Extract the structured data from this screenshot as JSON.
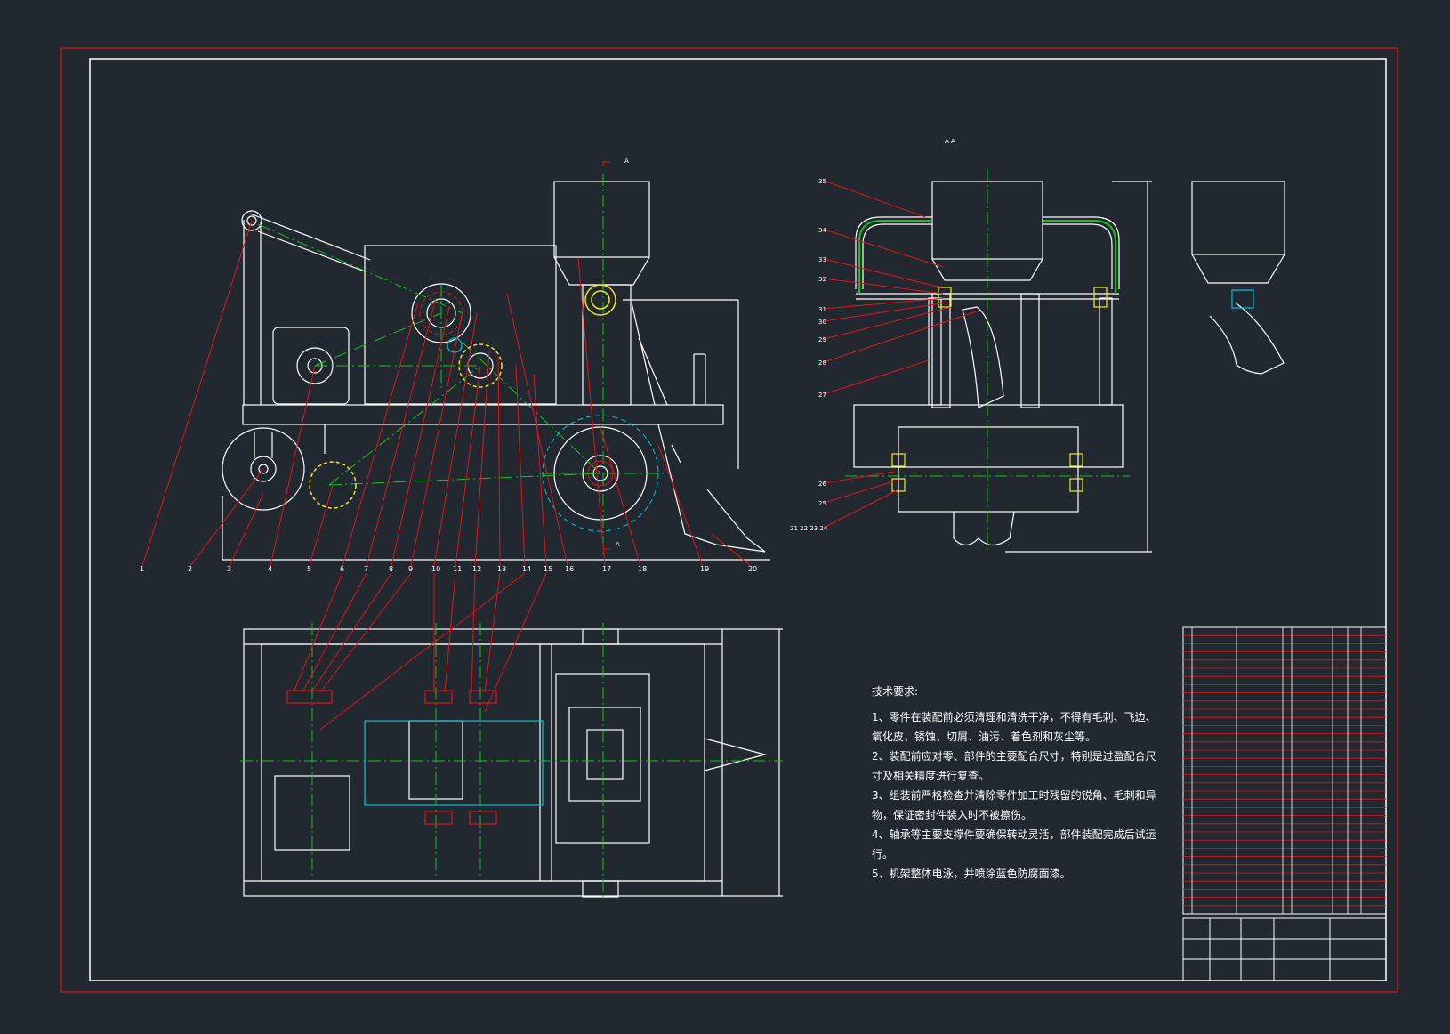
{
  "colors": {
    "background": "#212830",
    "outline": "#ffffff",
    "leader": "#e0151c",
    "centerline": "#18c11d",
    "gear": "#f2e81a",
    "accent_cyan": "#00c4d6"
  },
  "view_labels": {
    "front_section_marker": "A",
    "section_title": "A-A",
    "section_marker_bottom": "A",
    "right_view_marker": "",
    "top_marker": ""
  },
  "balloons_front": [
    "1",
    "2",
    "3",
    "4",
    "5",
    "6",
    "7",
    "8",
    "9",
    "10",
    "11",
    "12",
    "13",
    "14",
    "15",
    "16",
    "17",
    "18",
    "19",
    "20"
  ],
  "balloons_section": [
    "35",
    "34",
    "33",
    "32",
    "31",
    "30",
    "29",
    "28",
    "27",
    "26",
    "25",
    "21 22 23 24"
  ],
  "tech_requirements": {
    "title": "技术要求:",
    "items": [
      "1、零件在装配前必须清理和清洗干净，不得有毛刺、飞边、氧化皮、锈蚀、切屑、油污、着色剂和灰尘等。",
      "2、装配前应对零、部件的主要配合尺寸，特别是过盈配合尺寸及相关精度进行复查。",
      "3、组装前严格检查并清除零件加工时残留的锐角、毛刺和异物，保证密封件装入时不被擦伤。",
      "4、轴承等主要支撑件要确保转动灵活，部件装配完成后试运行。",
      "5、机架整体电泳，并喷涂蓝色防腐面漆。"
    ]
  },
  "bom_rows": 35
}
